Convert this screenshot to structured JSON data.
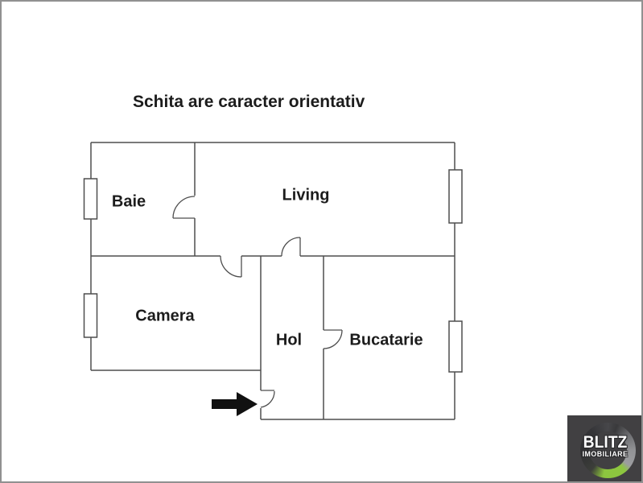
{
  "disclaimer": "Schita are caracter orientativ",
  "rooms": [
    {
      "id": "baie",
      "label": "Baie"
    },
    {
      "id": "living",
      "label": "Living"
    },
    {
      "id": "camera",
      "label": "Camera"
    },
    {
      "id": "hol",
      "label": "Hol"
    },
    {
      "id": "bucatarie",
      "label": "Bucatarie"
    }
  ],
  "entrance": {
    "arrow_direction": "right"
  },
  "logo": {
    "brand": "BLITZ",
    "tagline": "IMOBILIARE"
  },
  "colors": {
    "wall_line": "#4e4e4e",
    "text": "#1c1c1c",
    "arrow": "#111111",
    "logo_background": "#414042",
    "logo_accent_green": "#8dc63f",
    "frame_border": "#919191"
  }
}
